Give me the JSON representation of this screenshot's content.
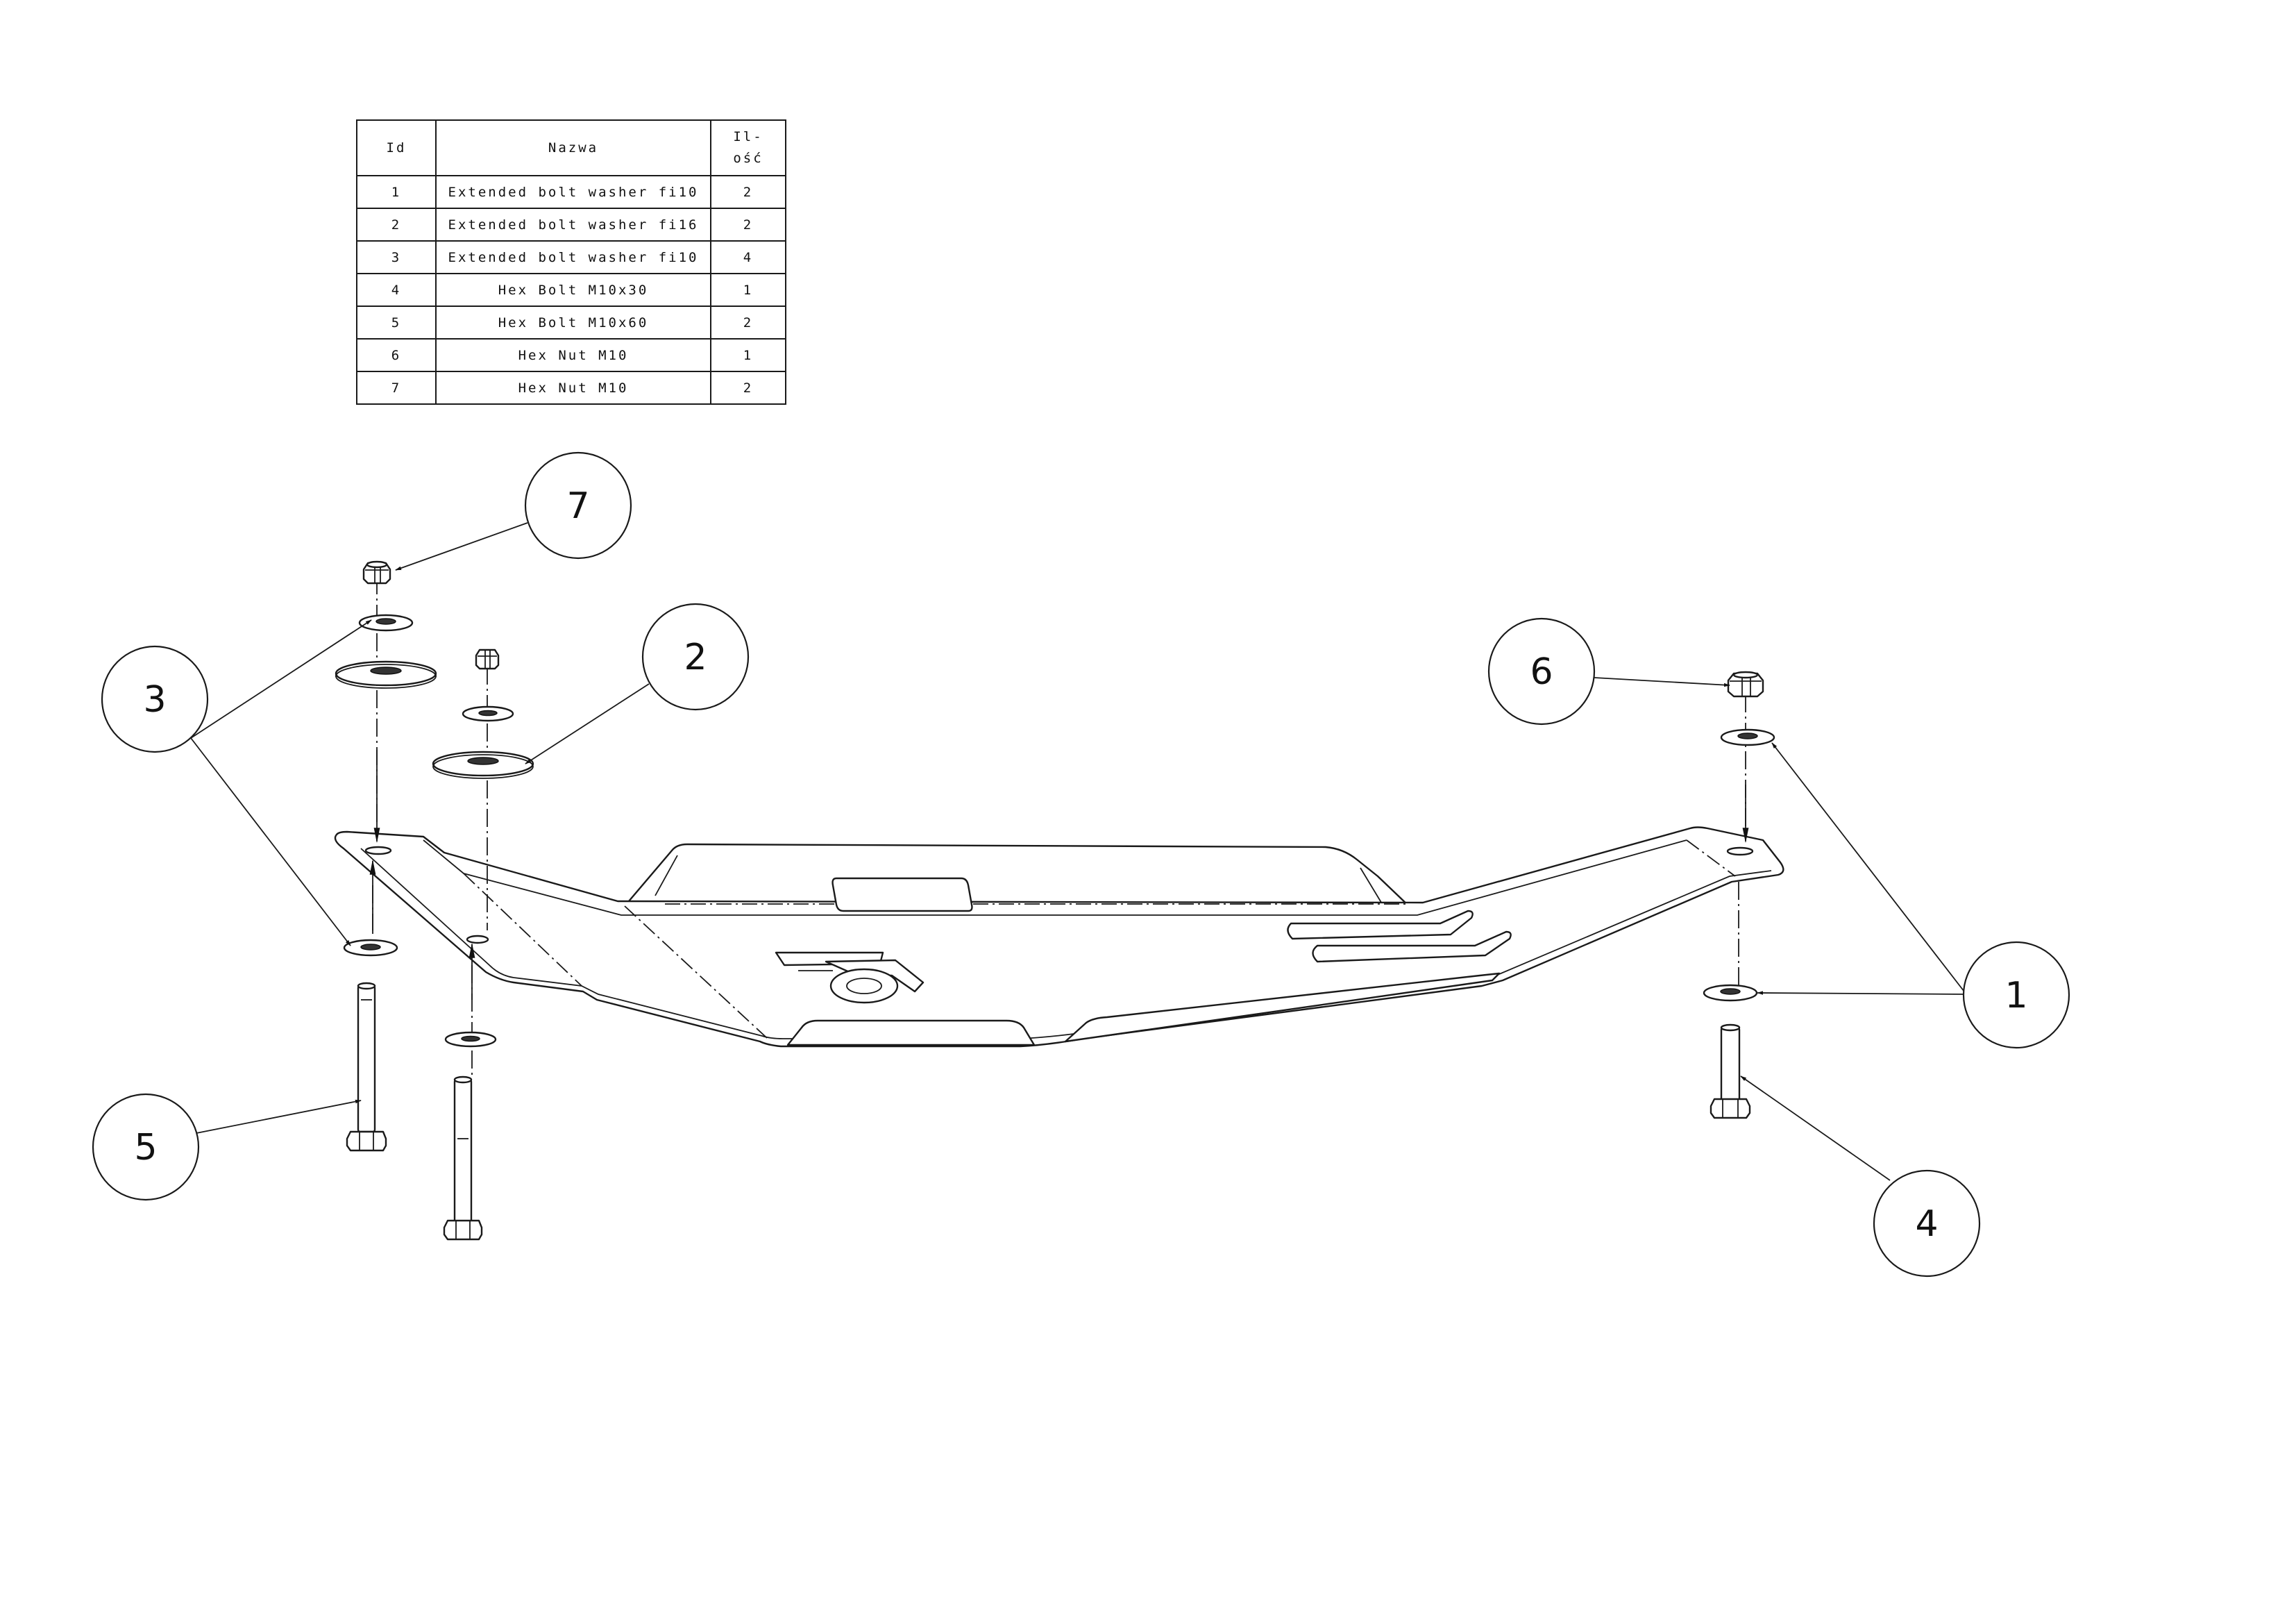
{
  "bom": {
    "headers": {
      "id": "Id",
      "name": "Nazwa",
      "qty_line1": "Il-",
      "qty_line2": "ość"
    },
    "rows": [
      {
        "id": "1",
        "name": "Extended bolt washer fi10",
        "qty": "2"
      },
      {
        "id": "2",
        "name": "Extended bolt washer fi16",
        "qty": "2"
      },
      {
        "id": "3",
        "name": "Extended bolt washer fi10",
        "qty": "4"
      },
      {
        "id": "4",
        "name": "Hex Bolt M10x30",
        "qty": "1"
      },
      {
        "id": "5",
        "name": "Hex Bolt M10x60",
        "qty": "2"
      },
      {
        "id": "6",
        "name": "Hex Nut M10",
        "qty": "1"
      },
      {
        "id": "7",
        "name": "Hex Nut M10",
        "qty": "2"
      }
    ]
  },
  "callouts": {
    "c1": "1",
    "c2": "2",
    "c3": "3",
    "c4": "4",
    "c5": "5",
    "c6": "6",
    "c7": "7"
  }
}
